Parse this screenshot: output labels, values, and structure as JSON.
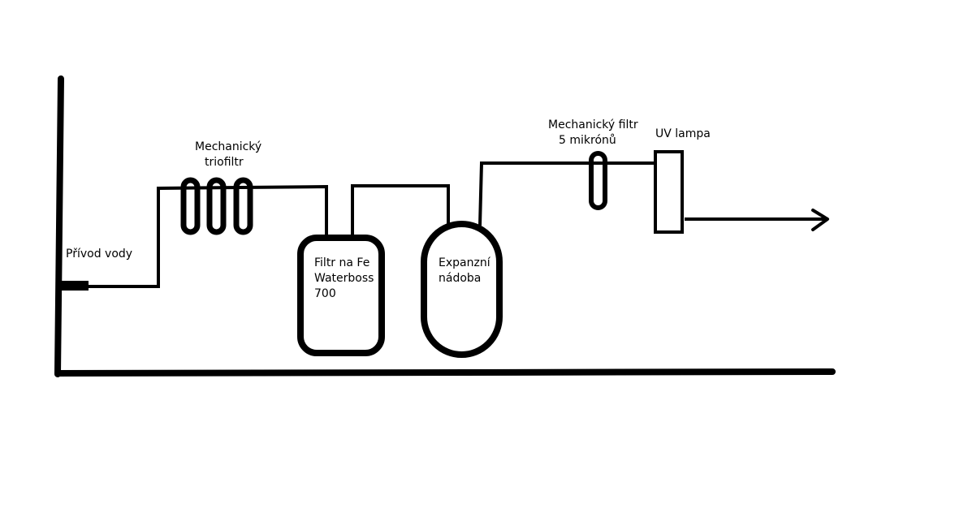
{
  "diagram": {
    "water_supply_label": "Přívod vody",
    "trio_filter": {
      "line1": "Mechanický",
      "line2": "triofiltr"
    },
    "fe_filter": {
      "line1": "Filtr na Fe",
      "line2": "Waterboss",
      "line3": "700"
    },
    "expansion_vessel": {
      "line1": "Expanzní",
      "line2": "nádoba"
    },
    "micron_filter": {
      "line1": "Mechanický filtr",
      "line2": "5 mikrónů"
    },
    "uv_lamp_label": "UV lampa",
    "stroke_color": "#000000",
    "background_color": "#ffffff"
  }
}
